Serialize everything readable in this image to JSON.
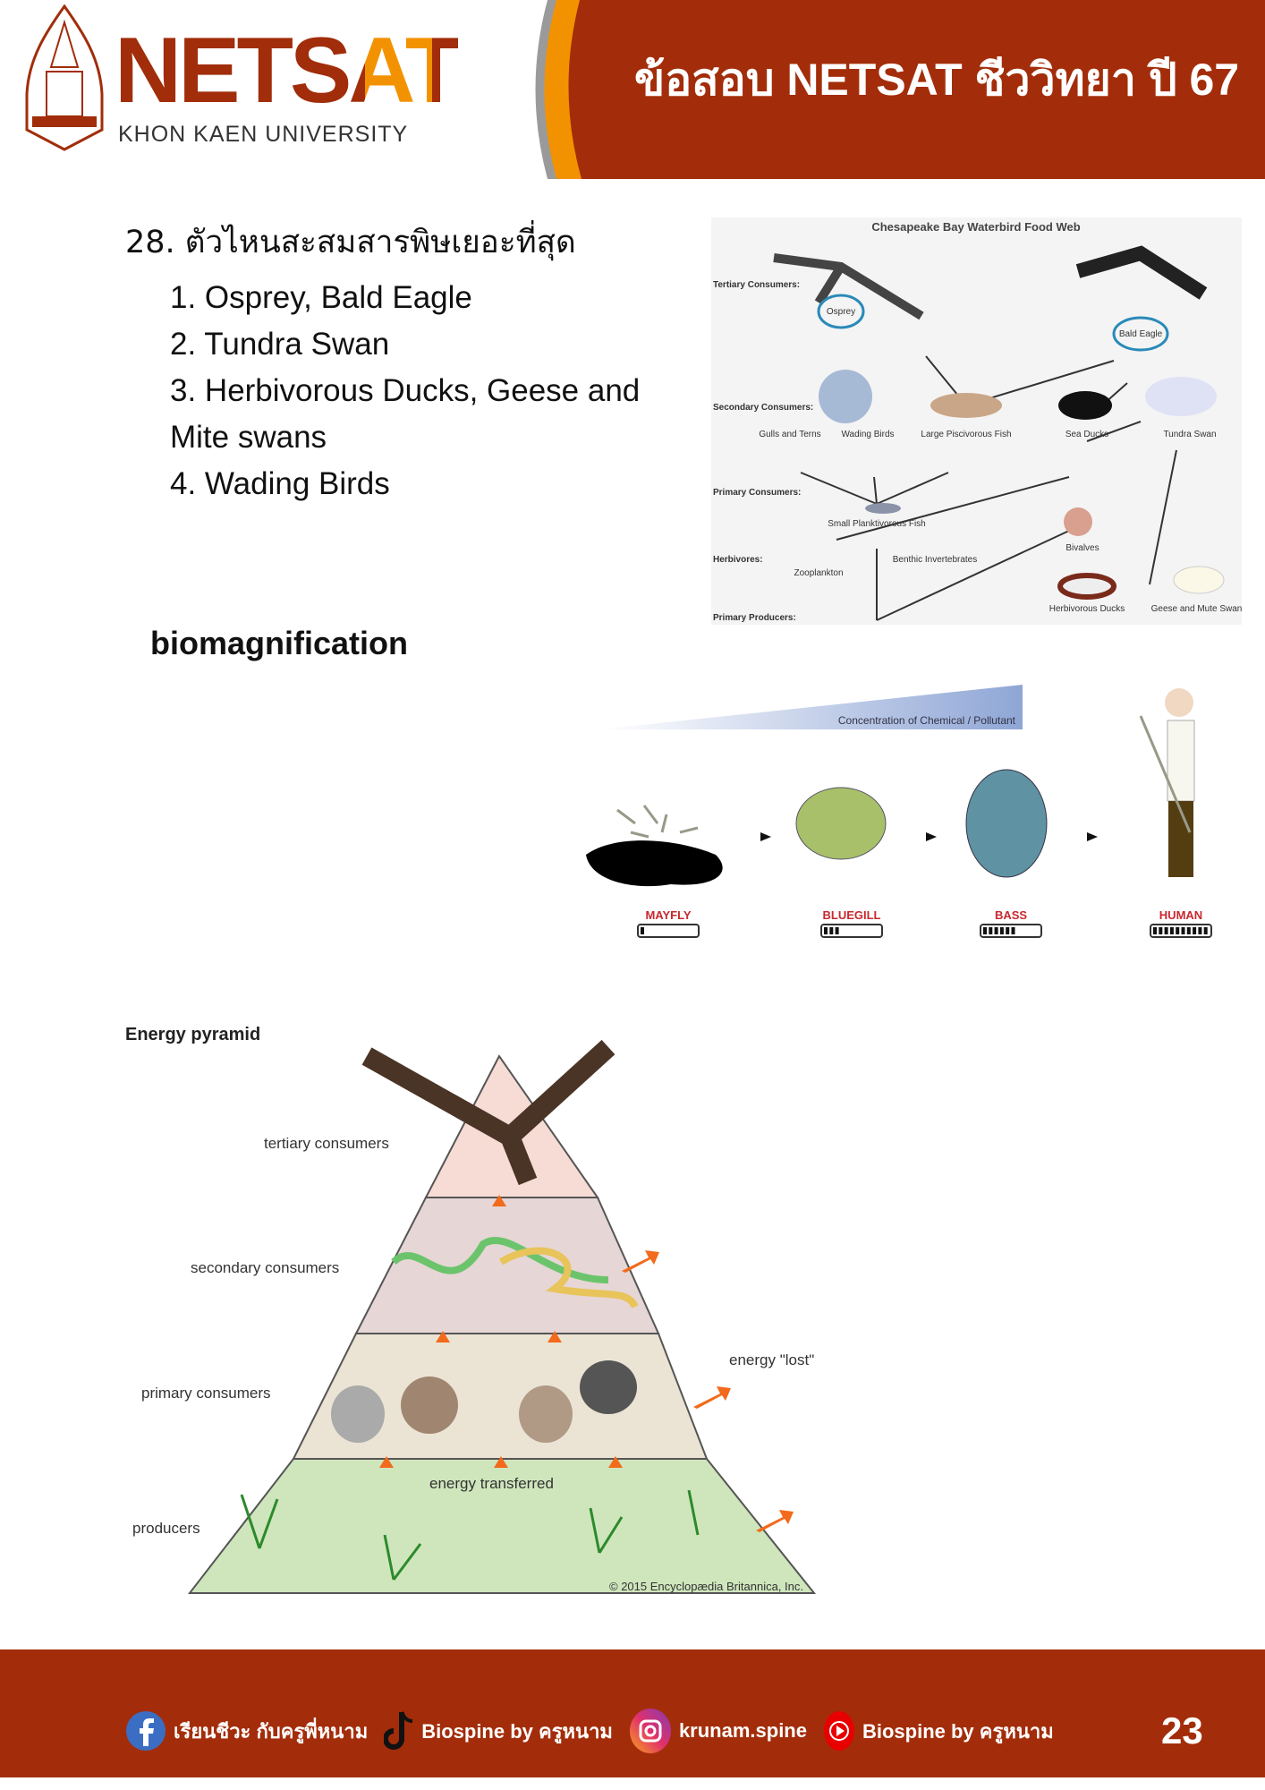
{
  "header": {
    "title": "ข้อสอบ NETSAT ชีววิทยา ปี 67",
    "logo_word": "NETSAT",
    "logo_subtitle": "KHON KAEN UNIVERSITY",
    "colors": {
      "band": "#a32d0a",
      "accent": "#f39200"
    }
  },
  "question": {
    "text": "28. ตัวไหนสะสมสารพิษเยอะที่สุด",
    "options": [
      "1. Osprey, Bald Eagle",
      "2. Tundra Swan",
      "3. Herbivorous Ducks, Geese and",
      "Mite swans",
      "4. Wading Birds"
    ]
  },
  "food_web": {
    "title": "Chesapeake Bay Waterbird Food Web",
    "levels": [
      "Tertiary Consumers:",
      "Secondary Consumers:",
      "Primary Consumers:",
      "Herbivores:",
      "Primary Producers:"
    ],
    "labels": [
      "Osprey",
      "Bald Eagle",
      "Gulls and Terns",
      "Wading Birds",
      "Large Piscivorous Fish",
      "Sea Ducks",
      "Tundra Swan",
      "Small Planktivorous Fish",
      "Bivalves",
      "Zooplankton",
      "Benthic Invertebrates",
      "Herbivorous Ducks",
      "Geese and Mute Swans"
    ]
  },
  "biomagnification": {
    "heading": "biomagnification",
    "gradient_label": "Concentration of Chemical / Pollutant",
    "organisms": [
      {
        "name": "MAYFLY",
        "level": 0.1
      },
      {
        "name": "BLUEGILL",
        "level": 0.3
      },
      {
        "name": "BASS",
        "level": 0.6
      },
      {
        "name": "HUMAN",
        "level": 1.0
      }
    ]
  },
  "pyramid": {
    "title": "Energy pyramid",
    "tiers": [
      "tertiary consumers",
      "secondary consumers",
      "primary consumers",
      "producers"
    ],
    "energy_lost": "energy \"lost\"",
    "energy_transferred": "energy transferred",
    "copyright": "© 2015 Encyclopædia Britannica, Inc."
  },
  "footer": {
    "facebook": "เรียนชีวะ กับครูพี่หนาม",
    "tiktok": "Biospine by ครูหนาม",
    "instagram": "krunam.spine",
    "youtube": "Biospine by ครูหนาม",
    "page_number": "23"
  }
}
